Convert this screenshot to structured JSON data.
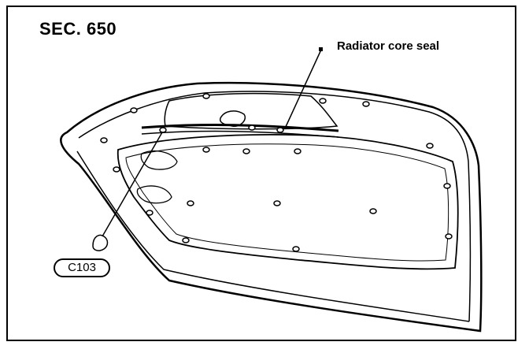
{
  "diagram": {
    "section_label": "SEC. 650",
    "callouts": [
      {
        "label": "Radiator core seal"
      }
    ],
    "part_codes": [
      {
        "code": "C103"
      }
    ],
    "line_color": "#000000",
    "background_color": "#ffffff"
  }
}
